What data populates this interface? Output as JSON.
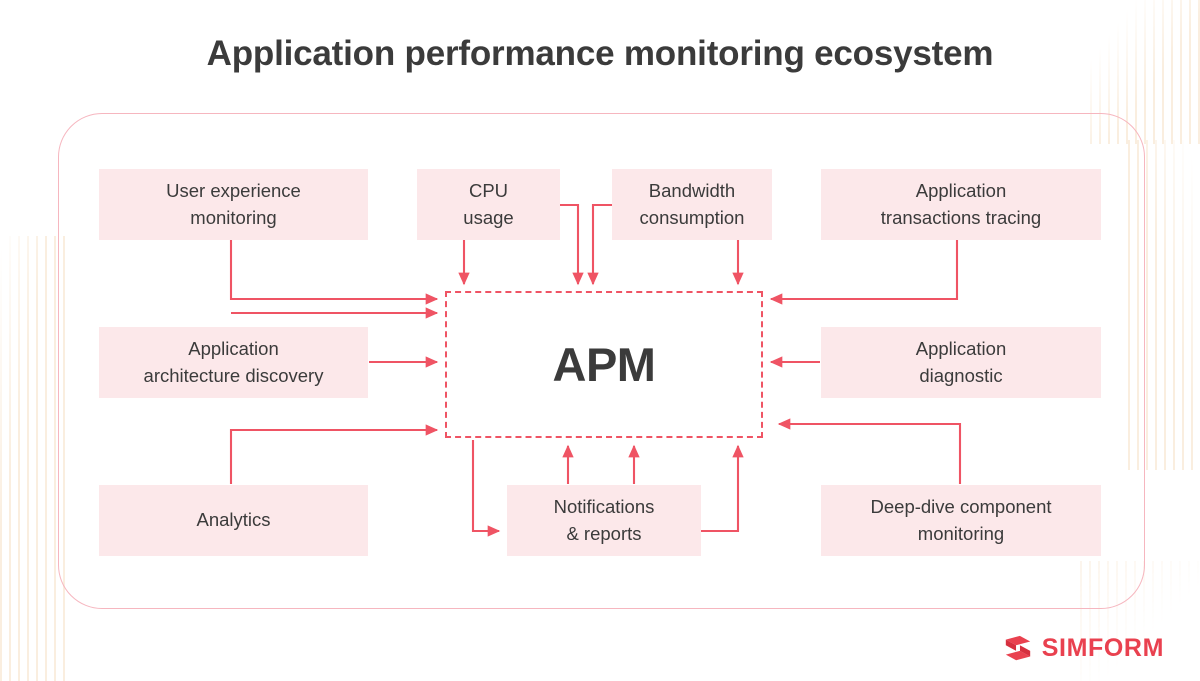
{
  "title": "Application performance monitoring ecosystem",
  "colors": {
    "accent": "#ef5464",
    "node_fill": "#fce8ea",
    "frame_border": "#f6b6bf",
    "text": "#3b3b3b",
    "stripe": "#faeedf",
    "logo": "#e9414f"
  },
  "diagram": {
    "center": {
      "label": "APM"
    },
    "nodes": [
      {
        "id": "user-experience-monitoring",
        "label": "User experience\nmonitoring"
      },
      {
        "id": "cpu-usage",
        "label": "CPU\nusage"
      },
      {
        "id": "bandwidth-consumption",
        "label": "Bandwidth\nconsumption"
      },
      {
        "id": "application-transactions-tracing",
        "label": "Application\ntransactions tracing"
      },
      {
        "id": "application-architecture-discovery",
        "label": "Application\narchitecture discovery"
      },
      {
        "id": "application-diagnostic",
        "label": "Application\ndiagnostic"
      },
      {
        "id": "analytics",
        "label": "Analytics"
      },
      {
        "id": "notifications-reports",
        "label": "Notifications\n& reports"
      },
      {
        "id": "deep-dive-component-monitoring",
        "label": "Deep-dive component\nmonitoring"
      }
    ]
  },
  "brand": {
    "name": "SIMFORM",
    "mark": "simform-logo-icon"
  }
}
